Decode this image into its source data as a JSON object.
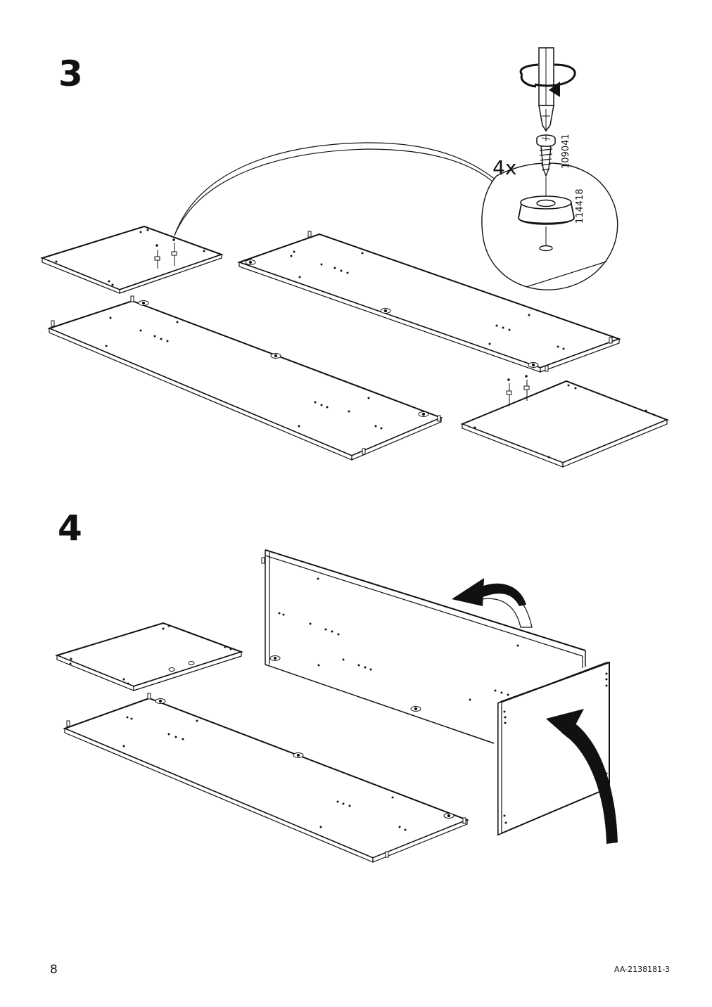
{
  "page": {
    "number": "8",
    "document_id": "AA-2138181-3"
  },
  "step3": {
    "number": "3",
    "quantity": "4x",
    "screw_part": "109041",
    "foot_part": "114418"
  },
  "step4": {
    "number": "4"
  }
}
